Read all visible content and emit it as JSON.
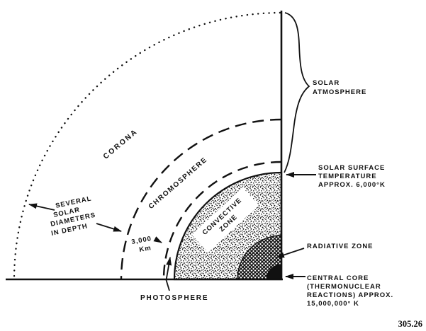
{
  "colors": {
    "ink": "#111111",
    "paper": "#ffffff"
  },
  "figure_number": "305.26",
  "labels": {
    "corona": "CORONA",
    "chromosphere": "CHROMOSPHERE",
    "convective_zone": {
      "line1": "CONVECTIVE",
      "line2": "ZONE"
    },
    "photosphere": "PHOTOSPHERE",
    "solar_atmosphere": {
      "line1": "SOLAR",
      "line2": "ATMOSPHERE"
    },
    "solar_surface": {
      "line1": "SOLAR SURFACE",
      "line2": "TEMPERATURE",
      "line3": "APPROX. 6,000°K"
    },
    "radiative_zone": "RADIATIVE ZONE",
    "central_core": {
      "line1": "CENTRAL CORE",
      "line2": "(THERMONUCLEAR",
      "line3": "REACTIONS) APPROX.",
      "line4": "15,000,000° K"
    },
    "depth_note": {
      "line1": "SEVERAL",
      "line2": "SOLAR",
      "line3": "DIAMETERS",
      "line4": "IN DEPTH"
    },
    "photosphere_depth": {
      "line1": "3,000",
      "line2": "Km"
    }
  }
}
